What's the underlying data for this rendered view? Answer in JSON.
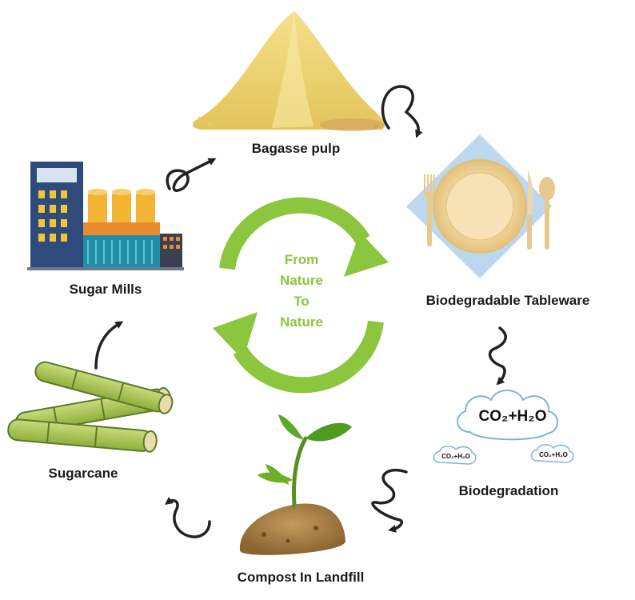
{
  "center": {
    "line1": "From",
    "line2": "Nature",
    "line3": "To",
    "line4": "Nature",
    "accent_color": "#8cc63f"
  },
  "stages": {
    "bagasse": "Bagasse pulp",
    "tableware": "Biodegradable Tableware",
    "biodegradation": "Biodegradation",
    "compost": "Compost In Landfill",
    "sugarcane": "Sugarcane",
    "mills": "Sugar Mills"
  },
  "cloud": {
    "main_text": "CO₂+H₂O",
    "small_text_left": "CO₂+H₂O",
    "small_text_right": "CO₂+H₂O"
  },
  "icons": [
    "bagasse-pile-icon",
    "tableware-icon",
    "cloud-icon",
    "seedling-icon",
    "sugarcane-icon",
    "factory-icon",
    "curly-arrow-icon",
    "recycle-cycle-icon"
  ]
}
